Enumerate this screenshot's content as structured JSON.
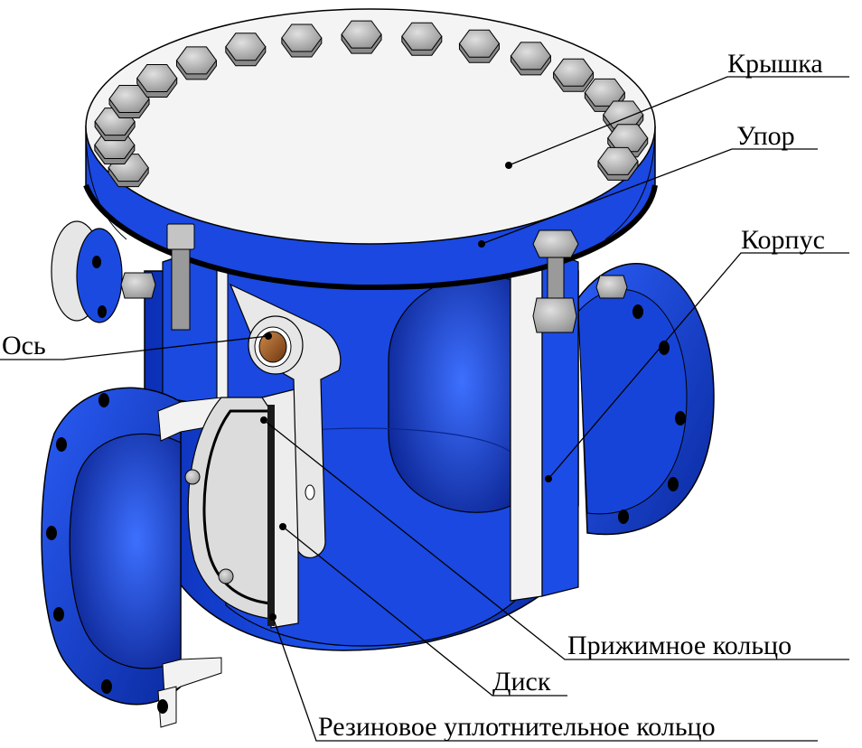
{
  "labels": {
    "cover": "Крышка",
    "stop": "Упор",
    "body": "Корпус",
    "axis": "Ось",
    "clamp_ring": "Прижимное кольцо",
    "disc": "Диск",
    "rubber_ring": "Резиновое уплотнительное кольцо"
  },
  "colors": {
    "body_blue": "#1446e6",
    "body_blue_dark": "#0a2aa8",
    "body_blue_light": "#3a6cff",
    "cut_face": "#f2f2f2",
    "bolt": "#b8b8b8",
    "outline": "#000000"
  }
}
